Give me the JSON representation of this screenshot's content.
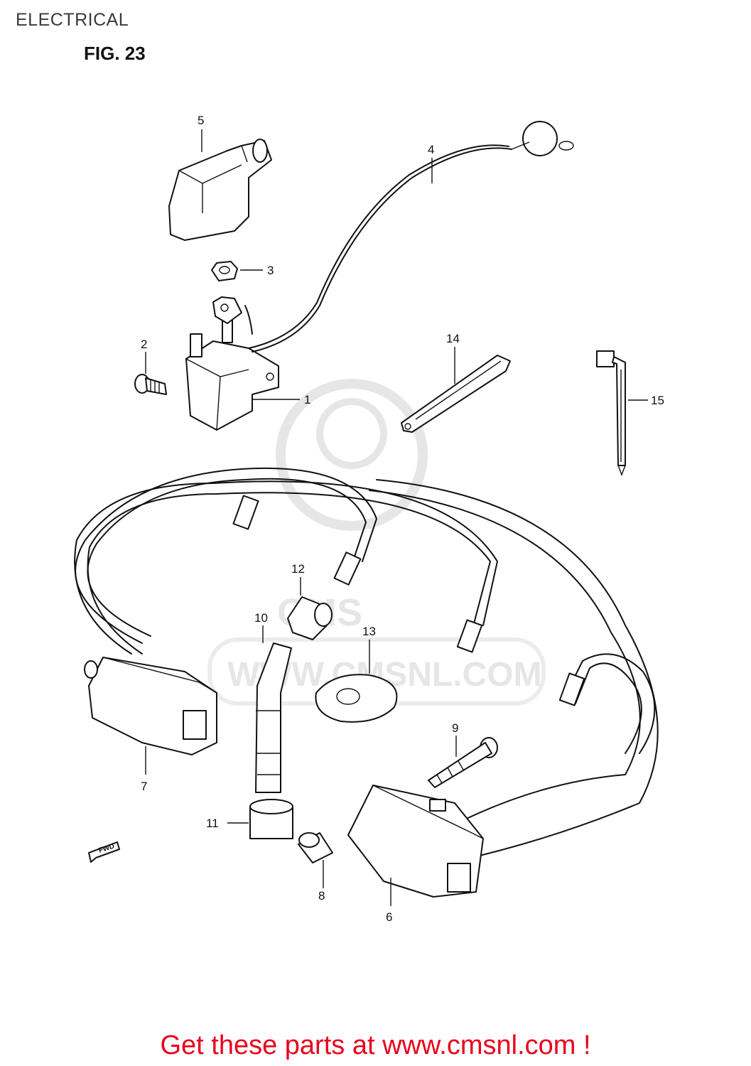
{
  "header": {
    "title": "ELECTRICAL"
  },
  "figure": {
    "label": "FIG. 23"
  },
  "watermark": {
    "text": "WWW.CMSNL.COM",
    "logo_text": "CMS"
  },
  "callouts": {
    "c1": "1",
    "c2": "2",
    "c3": "3",
    "c4": "4",
    "c5": "5",
    "c6": "6",
    "c7": "7",
    "c8": "8",
    "c9": "9",
    "c10": "10",
    "c11": "11",
    "c12": "12",
    "c13": "13",
    "c14": "14",
    "c15": "15"
  },
  "fwd_label": "FWD",
  "footer": {
    "link_text": "Get these parts at www.cmsnl.com !"
  },
  "colors": {
    "footer_link": "#e8001c",
    "line_art": "#111111",
    "watermark": "#e6e6e6"
  }
}
